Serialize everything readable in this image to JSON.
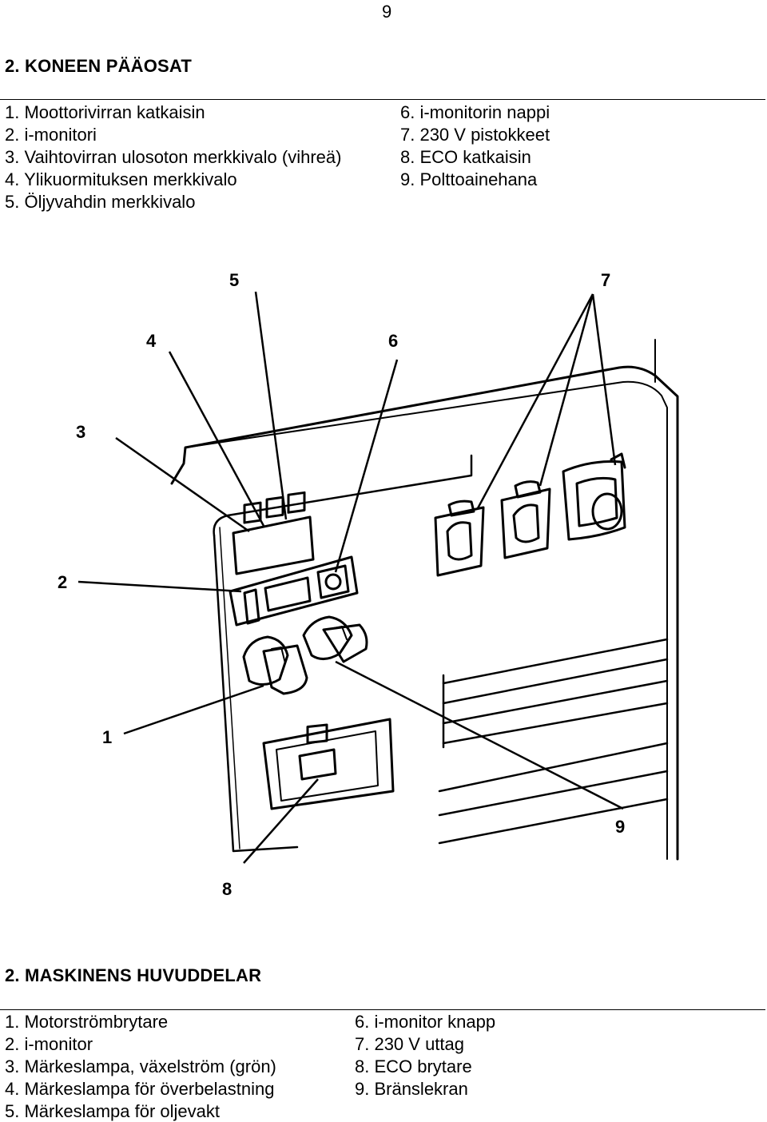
{
  "page_number": "9",
  "fi": {
    "heading": "2. KONEEN PÄÄOSAT",
    "left_items": [
      "1. Moottorivirran katkaisin",
      "2. i-monitori",
      "3. Vaihtovirran ulosoton merkkivalo (vihreä)",
      "4. Ylikuormituksen merkkivalo",
      "5. Öljyvahdin merkkivalo"
    ],
    "right_items": [
      "6. i-monitorin nappi",
      "7. 230 V pistokkeet",
      "8. ECO katkaisin",
      "9. Polttoainehana"
    ]
  },
  "figure": {
    "callouts": [
      "1",
      "2",
      "3",
      "4",
      "5",
      "6",
      "7",
      "8",
      "9"
    ]
  },
  "sv": {
    "heading": "2. MASKINENS HUVUDDELAR",
    "left_items": [
      "1. Motorströmbrytare",
      "2. i-monitor",
      "3. Märkeslampa, växelström (grön)",
      "4. Märkeslampa för överbelastning",
      "5. Märkeslampa för oljevakt"
    ],
    "right_items": [
      "6. i-monitor knapp",
      "7. 230 V uttag",
      "8. ECO brytare",
      "9. Bränslekran"
    ]
  }
}
